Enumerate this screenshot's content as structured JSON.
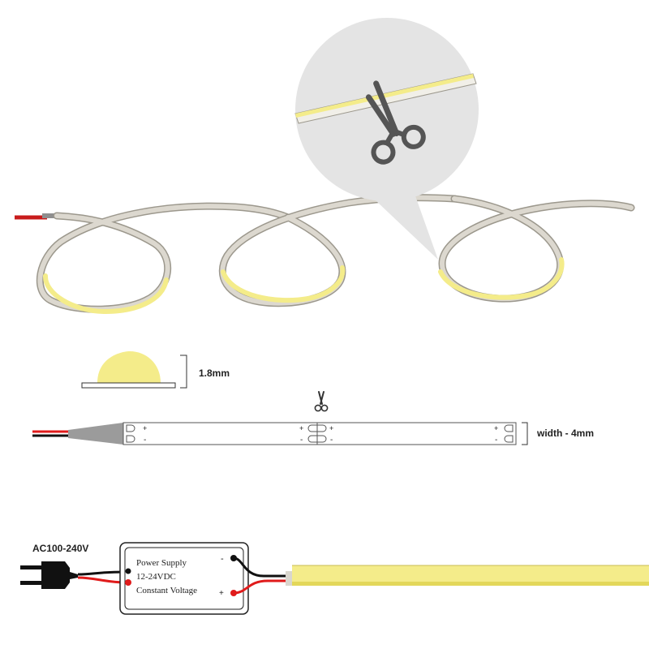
{
  "dimensions": {
    "height": "1.8mm",
    "width": "width - 4mm"
  },
  "strip_marks": {
    "plus": "+",
    "minus": "-"
  },
  "power_supply": {
    "input": "AC100-240V",
    "line1": "Power Supply",
    "line2": "12-24VDC",
    "line3": "Constant Voltage",
    "minus": "-",
    "plus": "+"
  },
  "colors": {
    "led_yellow": "#f4ec8a",
    "led_yellow_dark": "#e3d75a",
    "tape": "#dcd8cf",
    "tape_edge": "#9c988d",
    "wire_red": "#e01b1b",
    "wire_black": "#111111",
    "bubble": "#e4e4e4",
    "scissors": "#555555"
  },
  "icons": {
    "scissors": "scissors-icon",
    "plug": "plug-icon"
  }
}
